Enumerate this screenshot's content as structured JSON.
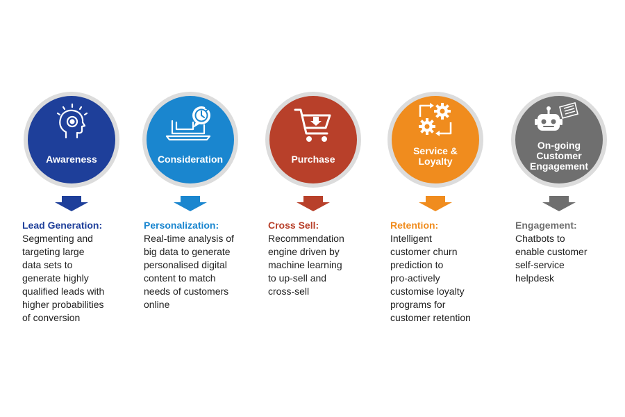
{
  "colors": {
    "awareness": "#1e3f9a",
    "consideration": "#1a86cf",
    "purchase": "#b8402a",
    "service": "#f08c1e",
    "engagement": "#6f6f6f"
  },
  "stages": [
    {
      "label_lines": [
        "Awareness"
      ],
      "icon": "head-bulb-icon",
      "heading": "Lead Generation:",
      "body_lines": [
        "Segmenting and",
        "targeting large",
        "data sets to",
        "generate highly",
        "qualified leads with",
        "higher probabilities",
        "of conversion"
      ]
    },
    {
      "label_lines": [
        "Consideration"
      ],
      "icon": "laptop-chat-icon",
      "heading": "Personalization:",
      "body_lines": [
        "Real-time analysis of",
        "big data to generate",
        "personalised digital",
        "content to match",
        "needs of customers",
        "online"
      ]
    },
    {
      "label_lines": [
        "Purchase"
      ],
      "icon": "shopping-cart-icon",
      "heading": "Cross Sell:",
      "body_lines": [
        "Recommendation",
        "engine driven by",
        "machine learning",
        "to up-sell and",
        "cross-sell"
      ]
    },
    {
      "label_lines": [
        "Service &",
        "Loyalty"
      ],
      "icon": "gears-cycle-icon",
      "heading": "Retention:",
      "body_lines": [
        "Intelligent",
        "customer churn",
        "prediction to",
        "pro-actively",
        "customise loyalty",
        "programs for",
        "customer retention"
      ]
    },
    {
      "label_lines": [
        "On-going",
        "Customer",
        "Engagement"
      ],
      "icon": "chatbot-icon",
      "heading": "Engagement:",
      "body_lines": [
        "Chatbots to",
        "enable customer",
        "self-service",
        "helpdesk"
      ]
    }
  ]
}
